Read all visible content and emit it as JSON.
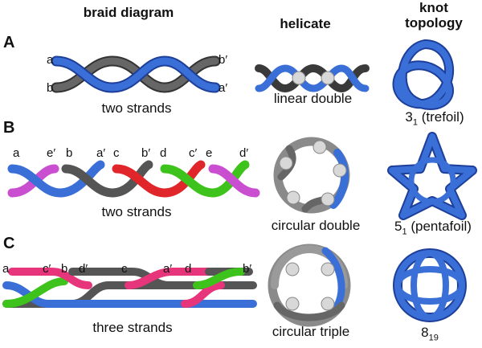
{
  "headers": {
    "braid": "braid diagram",
    "helicate": "helicate",
    "knot_line1": "knot",
    "knot_line2": "topology"
  },
  "rows": {
    "a": {
      "letter": "A",
      "braid_caption": "two strands",
      "helicate_caption": "linear double",
      "knot_main": "3",
      "knot_sub": "1",
      "knot_name": " (trefoil)",
      "ends": [
        "a",
        "b",
        "b′",
        "a′"
      ]
    },
    "b": {
      "letter": "B",
      "braid_caption": "two strands",
      "helicate_caption": "circular double",
      "knot_main": "5",
      "knot_sub": "1",
      "knot_name": " (pentafoil)",
      "ends": [
        "a",
        "e′",
        "b",
        "a′",
        "c",
        "b′",
        "d",
        "c′",
        "e",
        "d′"
      ]
    },
    "c": {
      "letter": "C",
      "braid_caption": "three strands",
      "helicate_caption": "circular triple",
      "knot_main": "8",
      "knot_sub": "19",
      "ends": [
        "a",
        "c′",
        "b",
        "d′",
        "c",
        "a′",
        "d",
        "b′"
      ]
    }
  },
  "colors": {
    "blue": "#3a6fd8",
    "gray": "#5a5a5a",
    "red": "#e0262a",
    "green": "#3ec21c",
    "magenta": "#c94fd0",
    "pink": "#e6357a",
    "lightgray": "#9a9a9a"
  }
}
